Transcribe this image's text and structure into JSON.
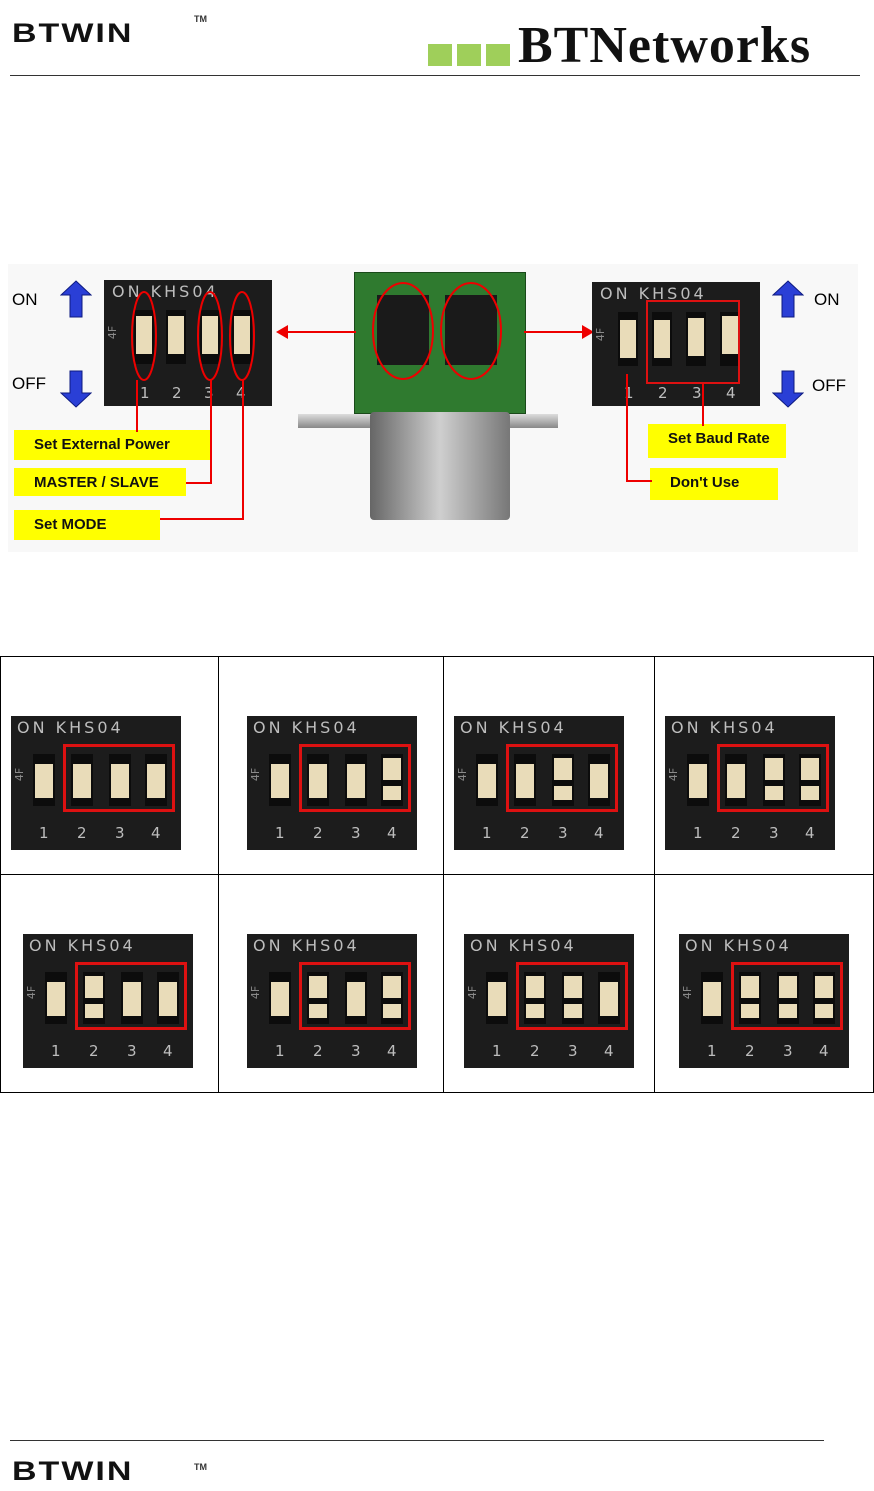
{
  "header": {
    "brand_left": "BTWIN",
    "brand_left_tm": "TM",
    "brand_right": "BTNetworks"
  },
  "figure": {
    "on_label": "ON",
    "off_label": "OFF",
    "switch_top_text": "ON KHS04",
    "switch_side_text": "4F",
    "switch_numbers": [
      "1",
      "2",
      "3",
      "4"
    ],
    "callouts_left": [
      "Set External Power",
      "MASTER / SLAVE",
      "Set MODE"
    ],
    "callouts_right": [
      "Set Baud Rate",
      "Don't Use"
    ]
  },
  "baud_table": {
    "switch_states": [
      [
        0,
        0,
        0
      ],
      [
        0,
        0,
        1
      ],
      [
        0,
        1,
        0
      ],
      [
        0,
        1,
        1
      ],
      [
        1,
        0,
        0
      ],
      [
        1,
        0,
        1
      ],
      [
        1,
        1,
        0
      ],
      [
        1,
        1,
        1
      ]
    ]
  },
  "footer": {
    "brand": "BTWIN",
    "brand_tm": "TM"
  },
  "colors": {
    "accent_green": "#9fcf5a",
    "callout_yellow": "#ffff00",
    "highlight_red": "#dd1111",
    "arrow_blue": "#2a3fd6"
  }
}
